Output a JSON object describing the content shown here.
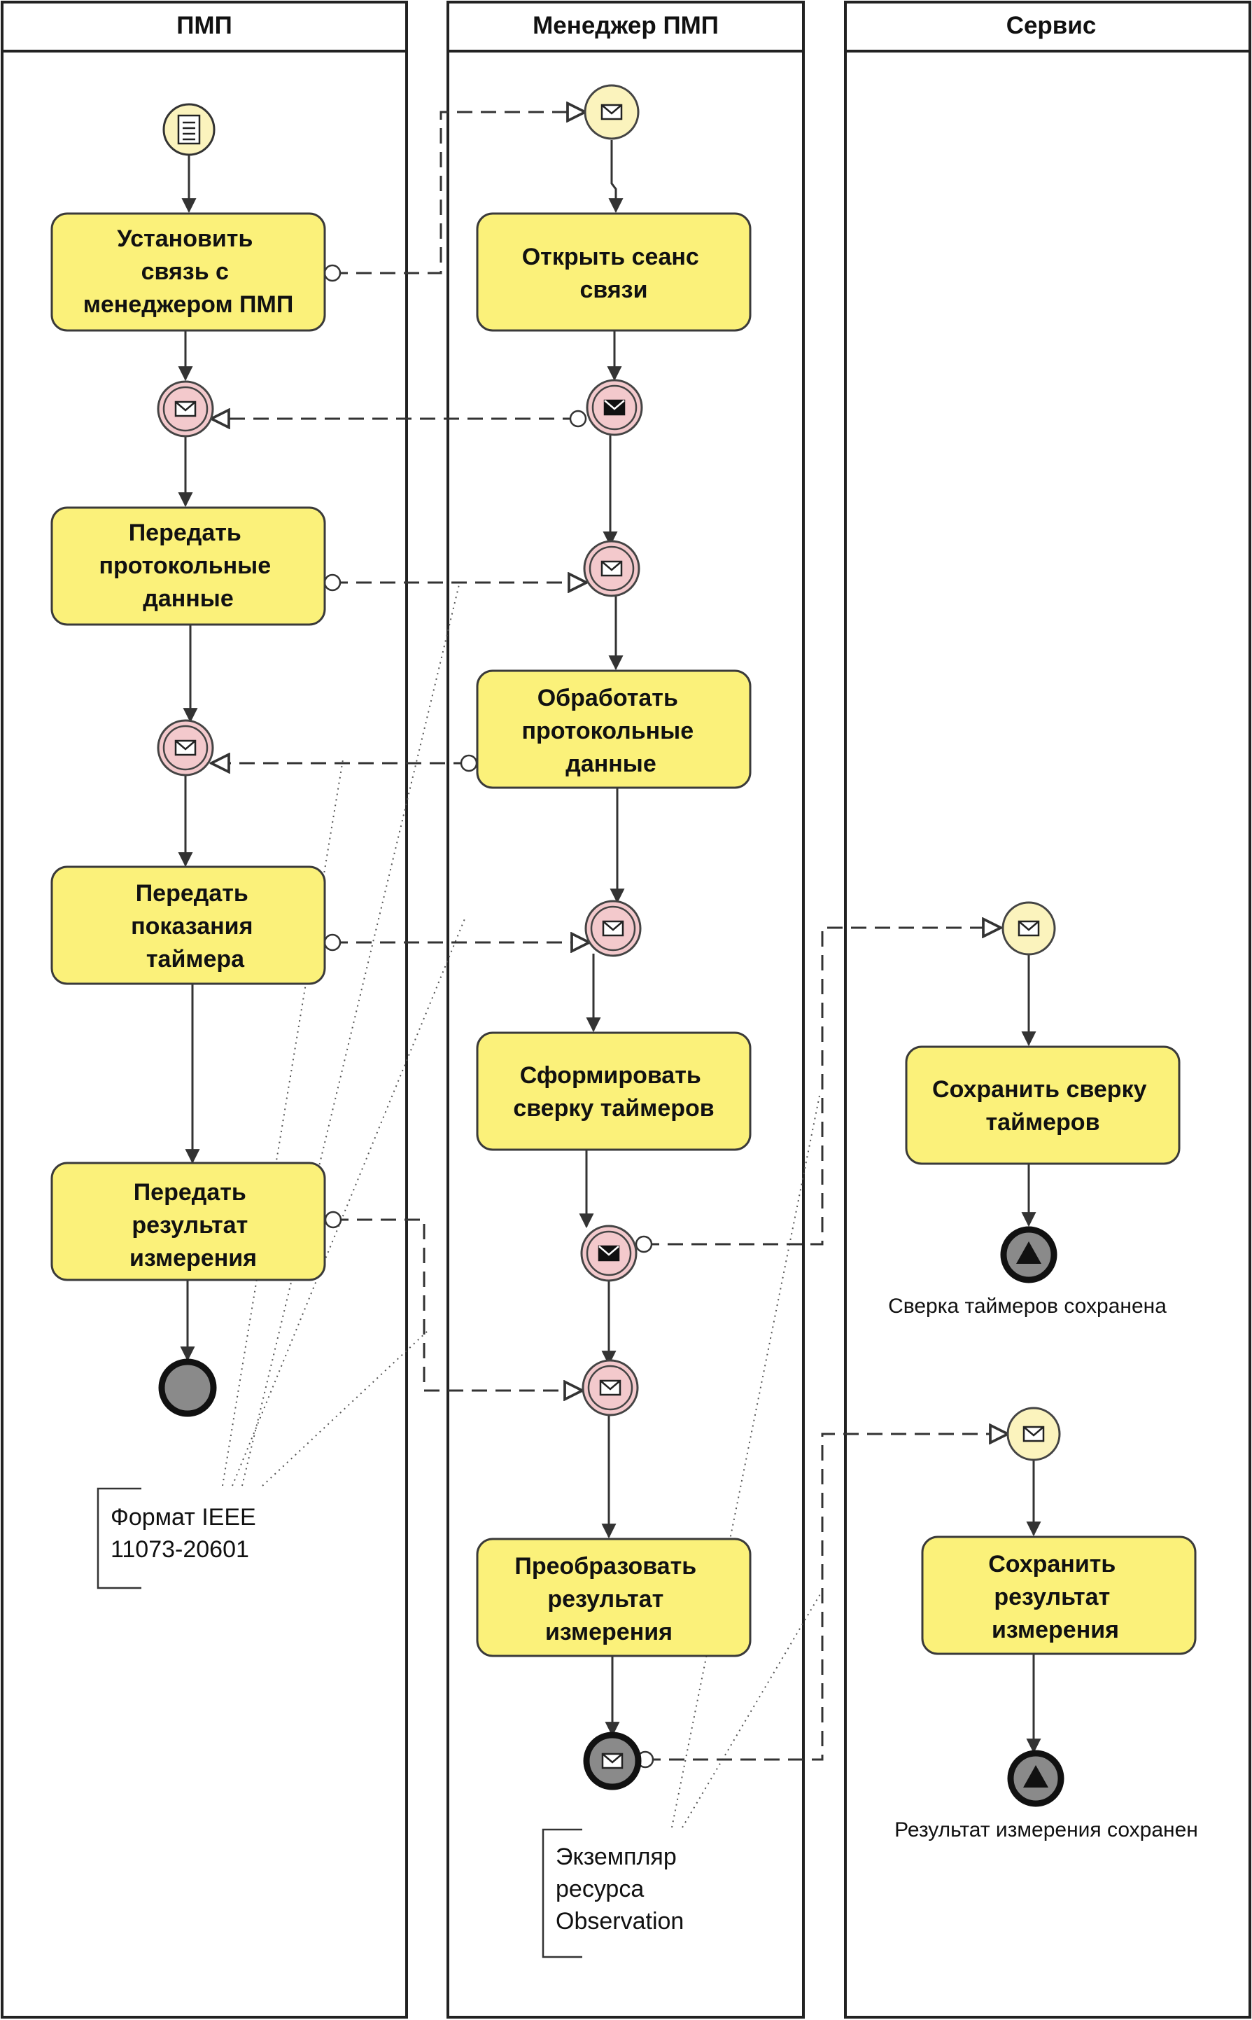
{
  "lanes": [
    {
      "id": "pmp",
      "title": "ПМП"
    },
    {
      "id": "manager",
      "title": "Менеджер ПМП"
    },
    {
      "id": "service",
      "title": "Сервис"
    }
  ],
  "tasks": {
    "connect": [
      "Установить",
      "связь с",
      "менеджером ПМП"
    ],
    "send_protocol": [
      "Передать",
      "протокольные",
      "данные"
    ],
    "send_timer": [
      "Передать",
      "показания",
      "таймера"
    ],
    "send_result": [
      "Передать",
      "результат",
      "измерения"
    ],
    "open_session": [
      "Открыть сеанс",
      "связи"
    ],
    "process_protocol": [
      "Обработать",
      "протокольные",
      "данные"
    ],
    "form_timers": [
      "Сформировать",
      "сверку таймеров"
    ],
    "convert_result": [
      "Преобразовать",
      "результат",
      "измерения"
    ],
    "save_timers": [
      "Сохранить сверку",
      "таймеров"
    ],
    "save_result": [
      "Сохранить",
      "результат",
      "измерения"
    ]
  },
  "end_labels": {
    "timers_saved": "Сверка таймеров сохранена",
    "result_saved": "Результат измерения сохранен"
  },
  "notes": {
    "ieee_format": [
      "Формат IEEE",
      "11073-20601"
    ],
    "observation": [
      "Экземпляр",
      "ресурса",
      "Observation"
    ]
  },
  "colors": {
    "task_fill": "#fbf17a",
    "event_fill": "#fbf3bd",
    "intermediate_fill": "#f3c9cc",
    "end_fill": "#8a8a8a"
  },
  "icons": {
    "start": "document-icon",
    "message": "envelope-icon",
    "signal": "triangle-icon"
  }
}
